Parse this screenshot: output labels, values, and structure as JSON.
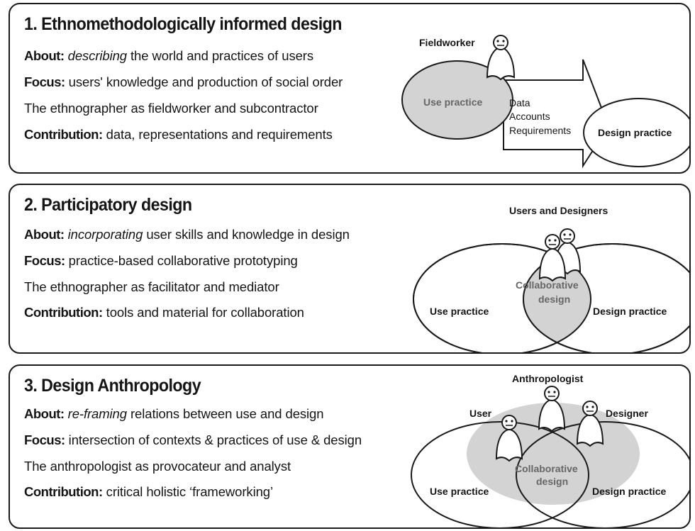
{
  "panels": [
    {
      "title": "1. Ethnomethodologically informed design",
      "about_label": "About:",
      "about_em": "describing",
      "about_rest": " the world and practices of users",
      "focus_label": "Focus:",
      "focus_rest": " users' knowledge and production of social order",
      "role": "The ethnographer as fieldworker and subcontractor",
      "contribution_label": "Contribution:",
      "contribution_rest": " data, representations and requirements",
      "diagram": {
        "actor": "Fieldworker",
        "left_circle": "Use practice",
        "arrow_lines": [
          "Data",
          "Accounts",
          "Requirements"
        ],
        "right_circle": "Design practice"
      }
    },
    {
      "title": "2. Participatory design",
      "about_label": "About:",
      "about_em": "incorporating",
      "about_rest": " user skills and knowledge in design",
      "focus_label": "Focus:",
      "focus_rest": " practice-based collaborative prototyping",
      "role": "The ethnographer as facilitator and mediator",
      "contribution_label": "Contribution:",
      "contribution_rest": " tools and material for collaboration",
      "diagram": {
        "actor": "Users and Designers",
        "left_circle": "Use practice",
        "overlap_line1": "Collaborative",
        "overlap_line2": "design",
        "right_circle": "Design practice"
      }
    },
    {
      "title": "3. Design Anthropology",
      "about_label": "About:",
      "about_em": "re-framing",
      "about_rest": " relations between use and design",
      "focus_label": "Focus:",
      "focus_rest": " intersection of contexts & practices of use & design",
      "role": "The anthropologist as provocateur and analyst",
      "contribution_label": "Contribution:",
      "contribution_rest": " critical holistic ‘frameworking’",
      "diagram": {
        "actor_center": "Anthropologist",
        "actor_left": "User",
        "actor_right": "Designer",
        "left_circle": "Use practice",
        "overlap_line1": "Collaborative",
        "overlap_line2": "design",
        "right_circle": "Design practice"
      }
    }
  ],
  "colors": {
    "border": "#1a1a1a",
    "shade": "#d3d3d3",
    "shade_text": "#666666",
    "text": "#151515"
  }
}
